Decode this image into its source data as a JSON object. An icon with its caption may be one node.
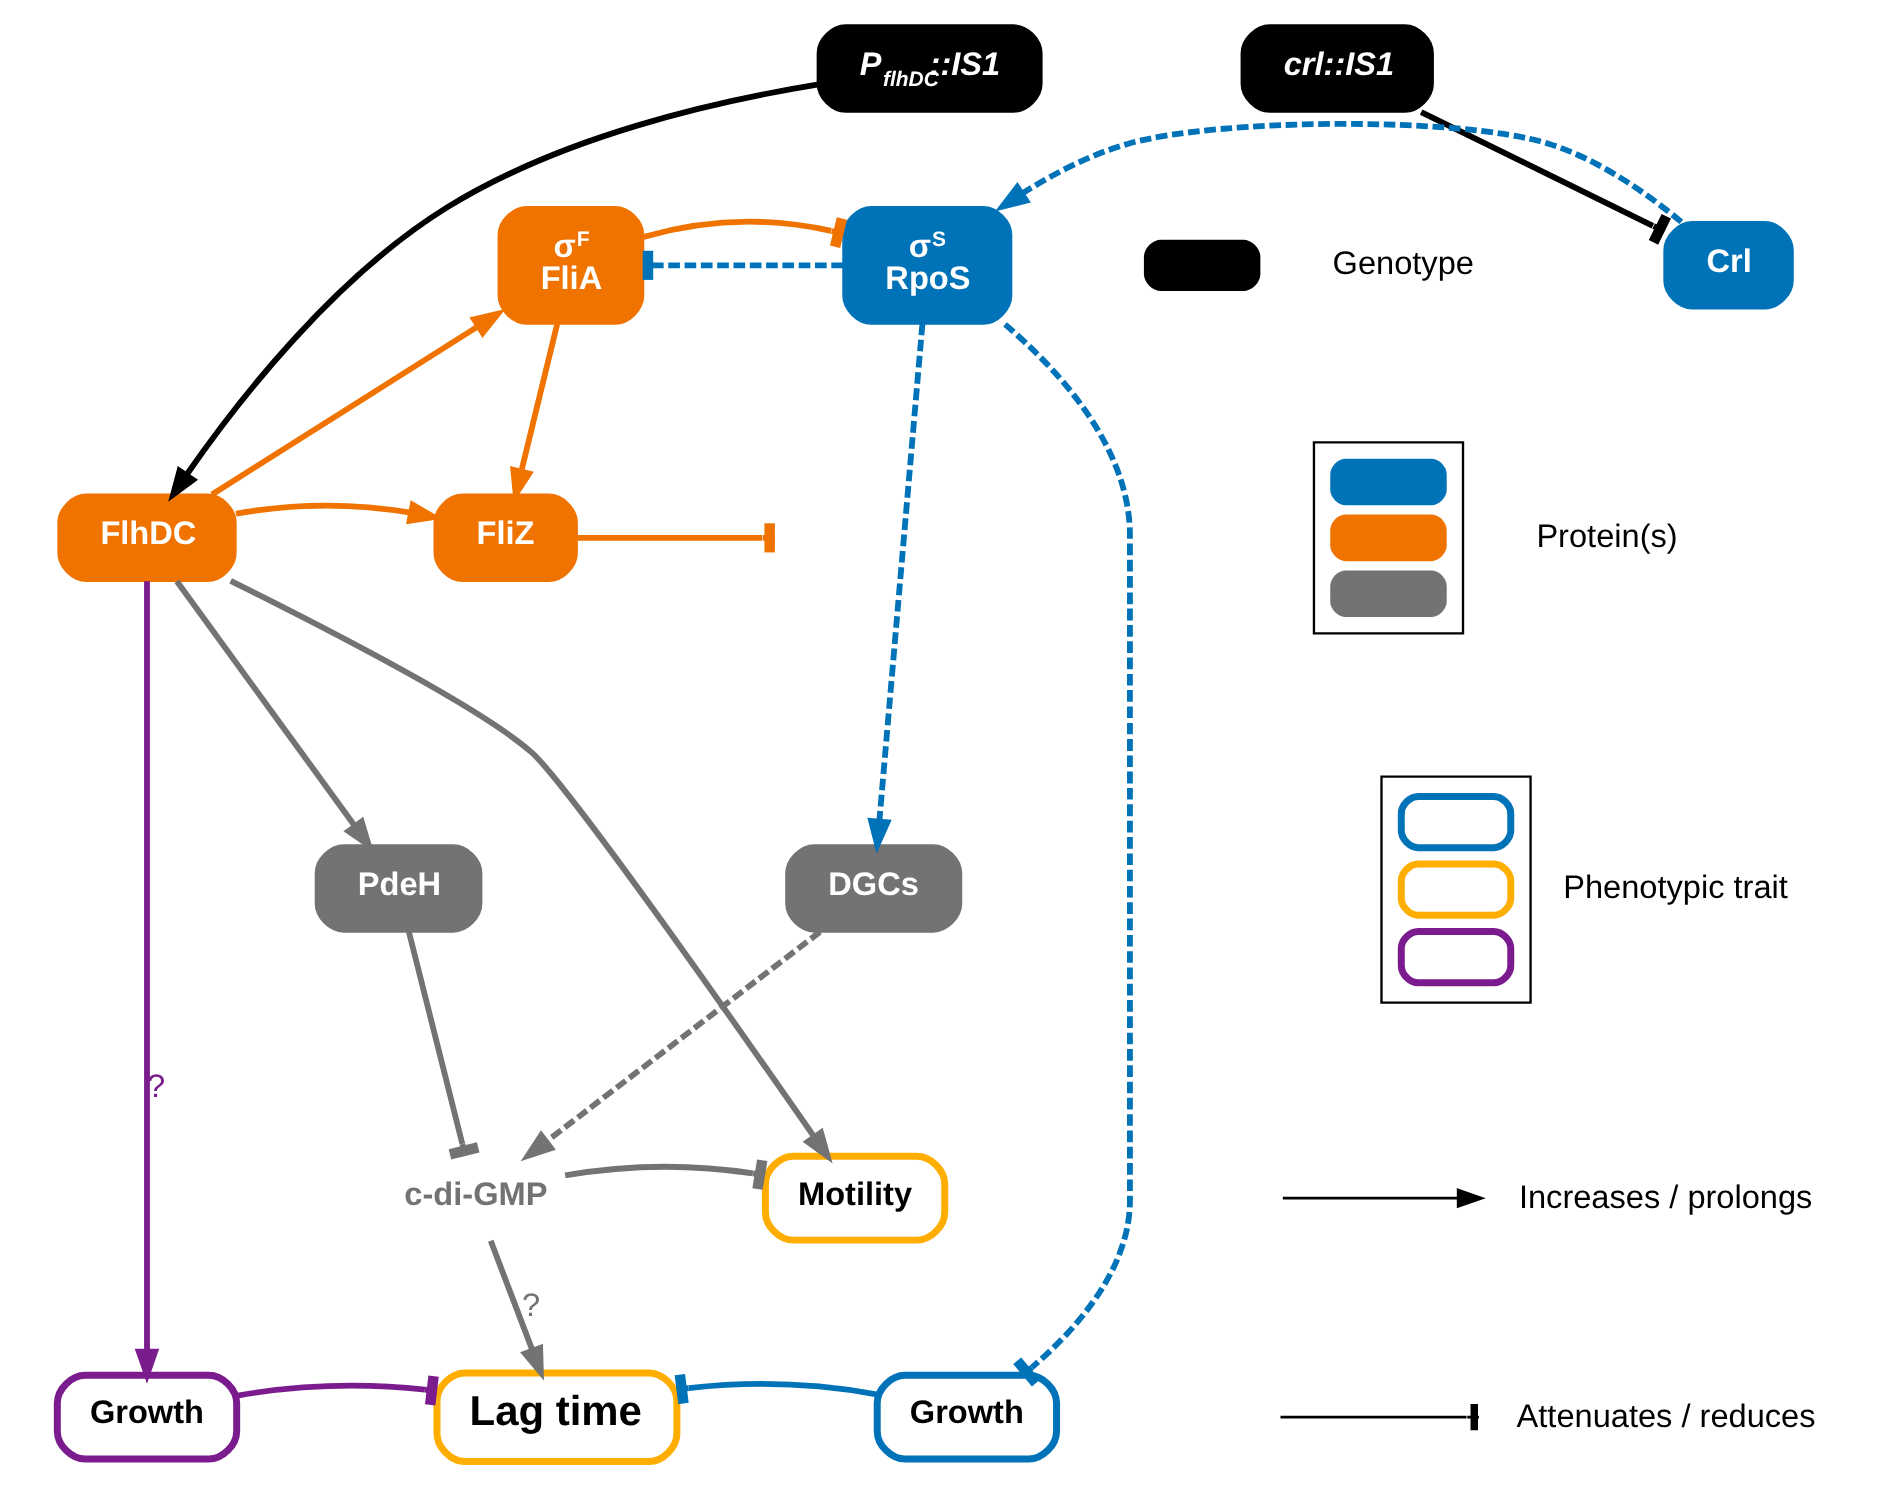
{
  "diagram": {
    "nodes": [
      {
        "text": [
          "P$_{flhDC}$::IS1"
        ]
      },
      {
        "text": [
          "crl::IS1"
        ]
      },
      {
        "text": [
          "σ$^{F}$",
          "FliA"
        ]
      },
      {
        "text": [
          "σ$^{S}$",
          "RpoS"
        ]
      },
      {
        "text": [
          "Crl"
        ]
      },
      {
        "text": [
          "FlhDC"
        ]
      },
      {
        "text": [
          "FliZ"
        ]
      },
      {
        "text": [
          "PdeH"
        ]
      },
      {
        "text": [
          "DGCs"
        ]
      },
      {
        "text": [
          "Motility"
        ]
      },
      {
        "text": [
          "c-di-GMP"
        ]
      },
      {
        "text": [
          "Growth"
        ]
      },
      {
        "text": [
          "Lag time"
        ]
      },
      {
        "text": [
          "Growth"
        ]
      }
    ],
    "edges": [
      {
        "from": 0,
        "to": 5,
        "arrow": "to",
        "color": "#000000"
      },
      {
        "from": 1,
        "to": 4,
        "arrow": "other",
        "color": "#000000"
      },
      {
        "from": 4,
        "to": 3,
        "arrow": "to",
        "style": "dashed",
        "color": "#0072b8"
      },
      {
        "from": 3,
        "to": 2,
        "arrow": "other",
        "style": "dashed",
        "color": "#0072b8"
      },
      {
        "from": 2,
        "to": 3,
        "arrow": "other",
        "color": "#f07300"
      },
      {
        "from": 5,
        "to": 2,
        "arrow": "to",
        "color": "#f07300"
      },
      {
        "from": 5,
        "to": 6,
        "arrow": "to",
        "color": "#f07300"
      },
      {
        "from": 2,
        "to": 6,
        "arrow": "to",
        "color": "#f07300"
      },
      {
        "from": 6,
        "to": null,
        "arrow": "other",
        "color": "#f07300"
      },
      {
        "from": 3,
        "to": 13,
        "arrow": "other",
        "style": "dashed",
        "color": "#0072b8"
      },
      {
        "from": 3,
        "to": 8,
        "arrow": "to",
        "style": "dashed",
        "color": "#0072b8"
      },
      {
        "from": 5,
        "to": 7,
        "arrow": "to",
        "color": "#737373"
      },
      {
        "from": 5,
        "to": 9,
        "arrow": "to",
        "color": "#737373"
      },
      {
        "from": 7,
        "to": 10,
        "arrow": "other",
        "color": "#737373"
      },
      {
        "from": 8,
        "to": 10,
        "arrow": "to",
        "style": "dashed",
        "color": "#737373"
      },
      {
        "from": 10,
        "to": 9,
        "arrow": "other",
        "color": "#737373"
      },
      {
        "from": 10,
        "to": 12,
        "arrow": "to",
        "label": "?",
        "color": "#737373"
      },
      {
        "from": 5,
        "to": 11,
        "arrow": "to",
        "label": "?",
        "color": "#7b1c8e"
      },
      {
        "from": 11,
        "to": 12,
        "arrow": "other",
        "color": "#7b1c8e"
      },
      {
        "from": 13,
        "to": 12,
        "arrow": "other",
        "color": "#0072b8"
      }
    ],
    "legend": [
      {
        "text": "Genotype",
        "color": "#000000"
      },
      {
        "text": "Protein(s)"
      },
      {
        "text": "Phenotypic trait"
      },
      {
        "text": "Increases / prolongs"
      },
      {
        "text": "Attenuates / reduces"
      }
    ]
  }
}
